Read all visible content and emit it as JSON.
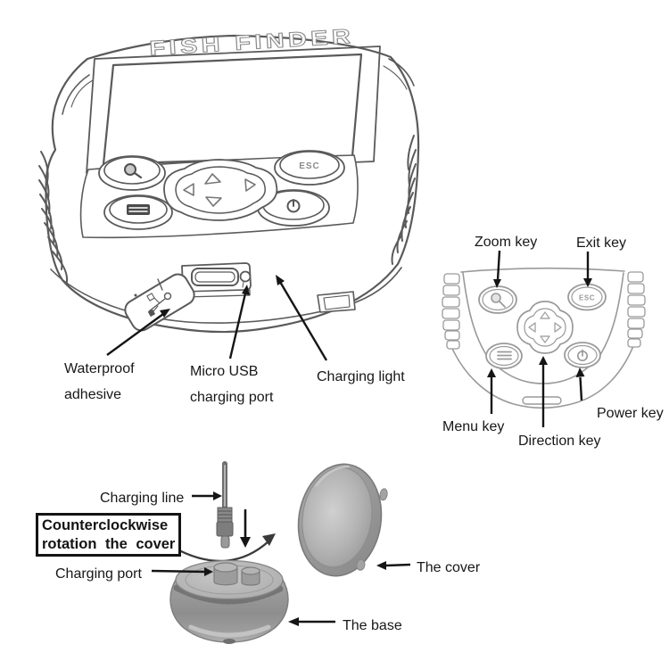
{
  "page": {
    "title": "Fish finder parts diagram"
  },
  "device_overview": {
    "brand": "FISH FINDER",
    "esc_key_text": "ESC",
    "labels": {
      "waterproof_line1": "Waterproof",
      "waterproof_line2": "adhesive",
      "micro_usb_line1": "Micro USB",
      "micro_usb_line2": "charging port",
      "charging_light": "Charging light"
    }
  },
  "keypad_detail": {
    "esc_key_text": "ESC",
    "labels": {
      "zoom_key": "Zoom key",
      "exit_key": "Exit key",
      "menu_key": "Menu key",
      "direction_key": "Direction key",
      "power_key": "Power key"
    }
  },
  "charging_assembly": {
    "labels": {
      "charging_line": "Charging line",
      "rotation_note_line1": "Counterclockwise",
      "rotation_note_line2": "rotation the cover",
      "charging_port": "Charging port",
      "the_cover": "The cover",
      "the_base": "The base"
    },
    "colors": {
      "part_gray": "#9e9e9e",
      "part_gray_light": "#c6c6c6",
      "part_gray_dark": "#7d7d7d",
      "line_art": "#5a5a5a",
      "arrow_black": "#151515"
    }
  }
}
